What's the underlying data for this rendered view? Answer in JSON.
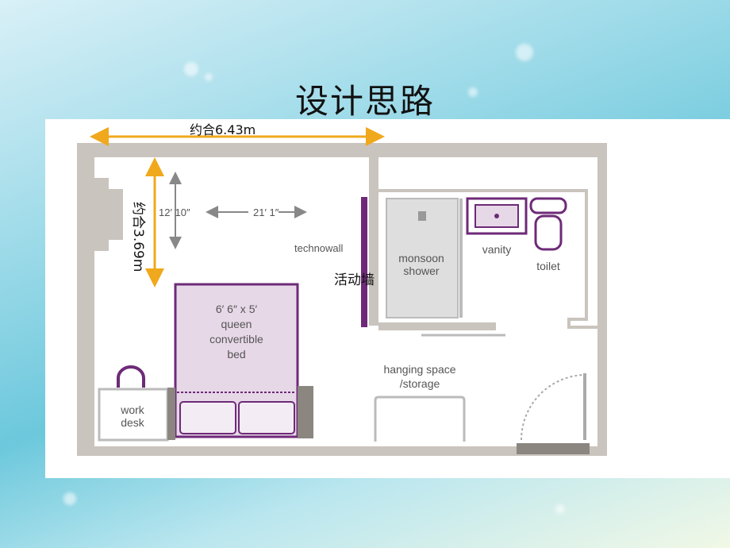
{
  "title": "设计思路",
  "dimensions": {
    "width_label": "约合6.43m",
    "height_label": "约合3.69m",
    "inner_height": "12′ 10″",
    "inner_width": "21′ 1″"
  },
  "rooms": {
    "technowall": "technowall",
    "technowall_cn": "活动墙",
    "shower_line1": "monsoon",
    "shower_line2": "shower",
    "vanity": "vanity",
    "toilet": "toilet",
    "bed_line1": "6′ 6″ x 5′",
    "bed_line2": "queen",
    "bed_line3": "convertible",
    "bed_line4": "bed",
    "desk_line1": "work",
    "desk_line2": "desk",
    "storage_line1": "hanging space",
    "storage_line2": "/storage"
  },
  "colors": {
    "accent_arrow": "#f0a81c",
    "wall": "#c9c4bd",
    "purple": "#6e2a78",
    "bed_fill": "#e7d8e8",
    "shower_fill": "#dedede"
  }
}
